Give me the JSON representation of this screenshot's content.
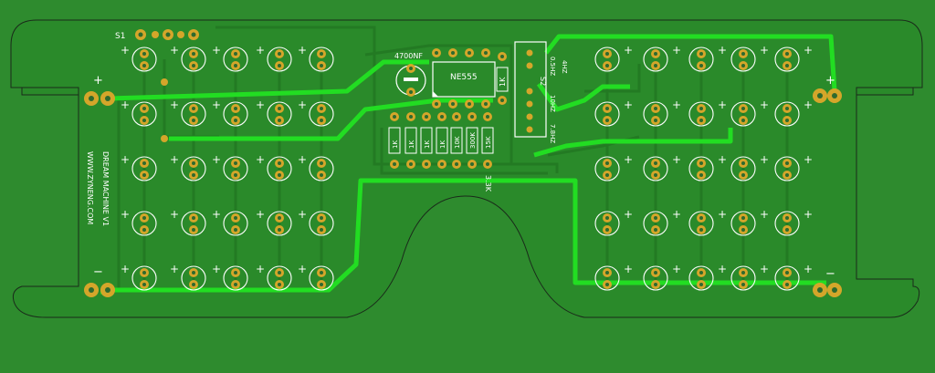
{
  "colors": {
    "background": "#2e8b2e",
    "board": "#2a8a2a",
    "outline": "#1a2a1a",
    "trace_dark": "#237a23",
    "trace_bright": "#22dd22",
    "pad": "#d4a62a",
    "pad_hole": "#2e6a2e",
    "silk": "#ffffff"
  },
  "labels": {
    "s1": "S1",
    "s2": "S2",
    "capacitor": "4700NF",
    "ic": "NE555",
    "resistor_1k_right": "1K",
    "resistor_3_3k": "3.3K",
    "side_text_1": "DREAM MACHINE V1",
    "side_text_2": "WWW.ZYNENG.COM",
    "freq_0_5hz": "0.5HZ",
    "freq_4hz": "4HZ",
    "freq_10hz": "10HZ",
    "freq_7_8hz": "7.8HZ",
    "plus": "+",
    "minus": "−"
  },
  "resistor_bank": [
    "1K",
    "1K",
    "1K",
    "1K",
    "10K",
    "300K",
    "15K"
  ],
  "components": {
    "led_name": "LED",
    "pad_name": "pad"
  }
}
